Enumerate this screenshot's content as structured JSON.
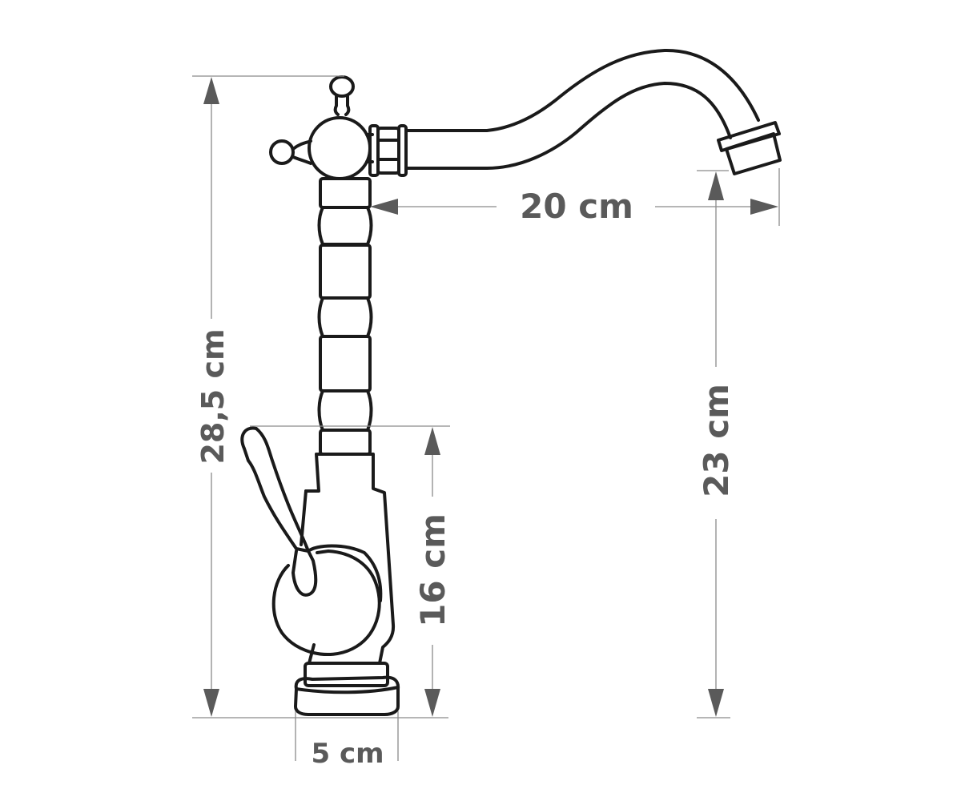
{
  "dimensions": {
    "total_height": {
      "label": "28,5 cm"
    },
    "spout_reach": {
      "label": "20 cm"
    },
    "spout_height": {
      "label": "23 cm"
    },
    "lever_height": {
      "label": "16 cm"
    },
    "base_diameter": {
      "label": "5 cm"
    }
  },
  "colors": {
    "outline": "#1a1a1a",
    "dimension_text": "#5a5a5a",
    "dimension_line": "#8a8a8a"
  }
}
